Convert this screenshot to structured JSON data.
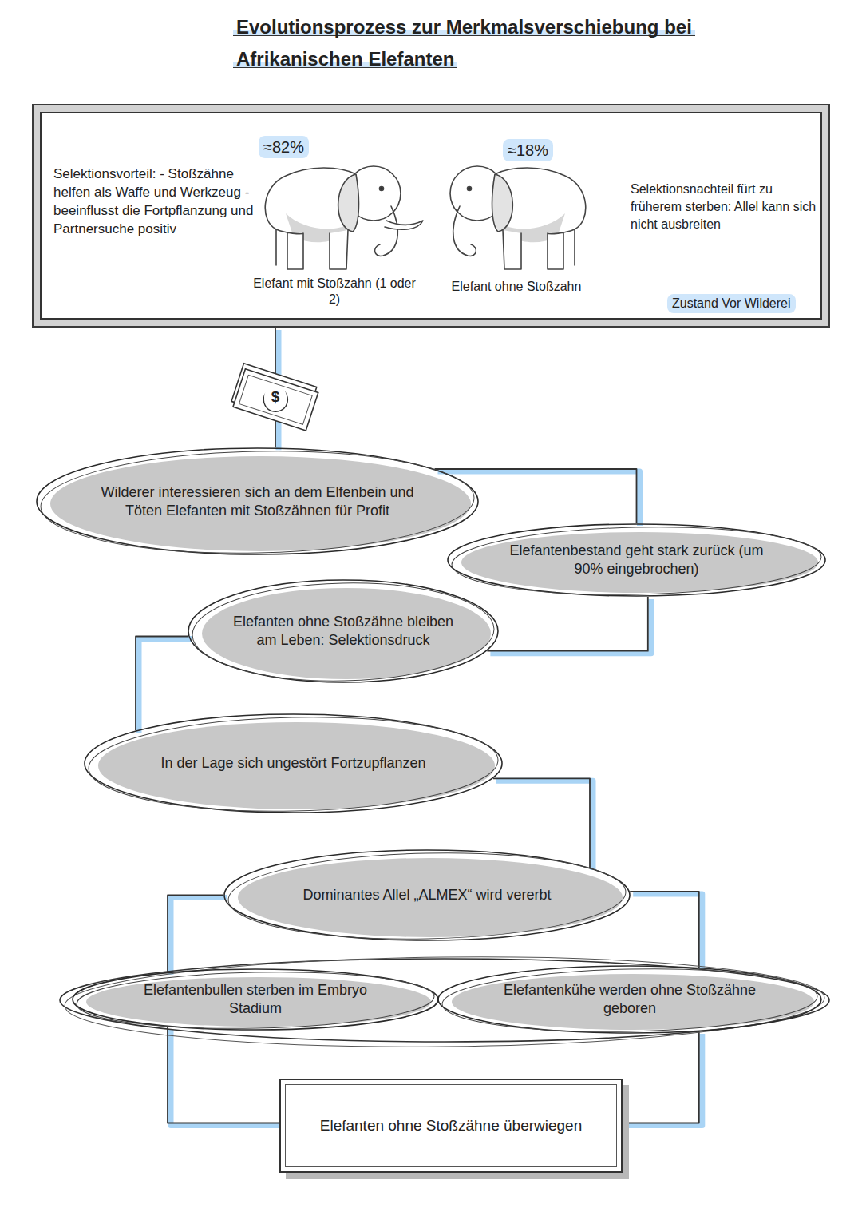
{
  "diagram": {
    "title": "Evolutionsprozess zur Merkmalsverschiebung bei Afrikanischen Elefanten",
    "nodes": [
      {
        "text": [
          "Selektionsvorteil: - Stoßzähne helfen als Waffe und Werkzeug - beeinflusst die Fortpflanzung und Partnersuche positiv",
          "≈82%",
          "Elefant mit Stoßzahn (1 oder 2)",
          "≈18%",
          "Elefant ohne Stoßzahn",
          "Selektionsnachteil fürt zu früherem sterben: Allel kann sich nicht ausbreiten",
          "Zustand Vor Wilderei"
        ]
      },
      {
        "text": [
          "Wilderer interessieren sich an dem Elfenbein und Töten Elefanten mit Stoßzähnen für Profit"
        ]
      },
      {
        "text": [
          "Elefantenbestand geht stark zurück (um 90% eingebrochen)"
        ]
      },
      {
        "text": [
          "Elefanten ohne Stoßzähne bleiben am Leben: Selektionsdruck"
        ]
      },
      {
        "text": [
          "In der Lage sich ungestört Fortzupflanzen"
        ]
      },
      {
        "text": [
          "Dominantes Allel „ALMEX“ wird vererbt"
        ]
      },
      {
        "text": [
          "Elefantenbullen sterben im Embryo Stadium"
        ]
      },
      {
        "text": [
          "Elefantenkühe werden ohne Stoßzähne geboren"
        ]
      },
      {
        "text": [
          "Elefanten ohne Stoßzähne überwiegen"
        ]
      }
    ],
    "edges": [
      {
        "from": 0,
        "to": 1,
        "arrow": "none"
      },
      {
        "from": 1,
        "to": 2,
        "arrow": "none"
      },
      {
        "from": 2,
        "to": 3,
        "arrow": "none"
      },
      {
        "from": 3,
        "to": 4,
        "arrow": "none"
      },
      {
        "from": 4,
        "to": 5,
        "arrow": "none"
      },
      {
        "from": 5,
        "to": 6,
        "arrow": "none"
      },
      {
        "from": 5,
        "to": 7,
        "arrow": "none"
      },
      {
        "from": 6,
        "to": 8,
        "arrow": "none"
      },
      {
        "from": 7,
        "to": 8,
        "arrow": "none"
      }
    ],
    "labels": [
      "$"
    ]
  }
}
